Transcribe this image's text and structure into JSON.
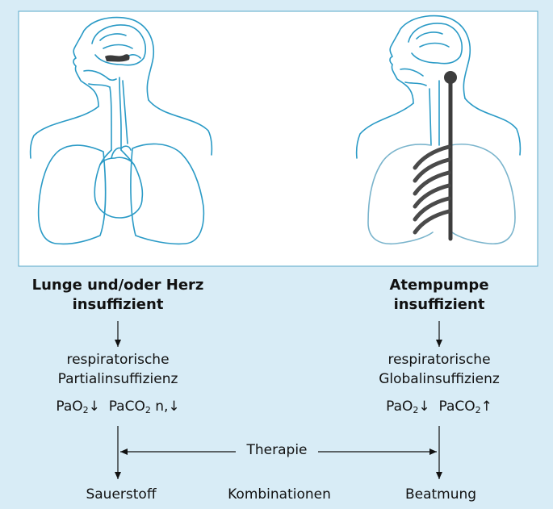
{
  "left": {
    "title_line1": "Lunge und/oder Herz",
    "title_line2": "insuffizient",
    "type_line1": "respiratorische",
    "type_line2": "Partialinsuffizienz",
    "pao2": "PaO",
    "pao2_sub": "2",
    "pao2_arrow": "↓",
    "paco2": "PaCO",
    "paco2_sub": "2",
    "paco2_suffix": " n,↓",
    "treatment": "Sauerstoff"
  },
  "right": {
    "title_line1": "Atempumpe",
    "title_line2": "insuffizient",
    "type_line1": "respiratorische",
    "type_line2": "Globalinsuffizienz",
    "pao2": "PaO",
    "pao2_sub": "2",
    "pao2_arrow": "↓",
    "paco2": "PaCO",
    "paco2_sub": "2",
    "paco2_suffix": "↑",
    "treatment": "Beatmung"
  },
  "therapy_label": "Therapie",
  "combination_label": "Kombinationen",
  "colors": {
    "background": "#d8ecf6",
    "panel": "#ffffff",
    "outline": "#2a9ac6",
    "lung_light": "#7ab4cc",
    "dark": "#444444"
  }
}
